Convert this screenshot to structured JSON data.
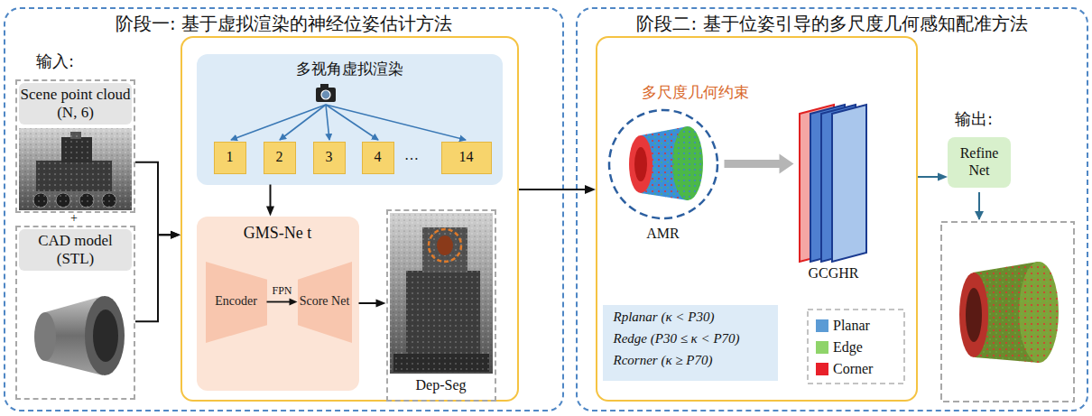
{
  "diagram": {
    "nodes": [
      {
        "text": [
          "阶段一: 基于虚拟渲染的神经位姿估计方法"
        ]
      },
      {
        "text": [
          "Scene point cloud (N, 6)"
        ],
        "in": 0
      },
      {
        "text": [
          "CAD model (STL)"
        ],
        "in": 0
      },
      {
        "text": [],
        "in": 0
      },
      {
        "text": [
          "多视角虚拟渲染"
        ],
        "in": 3
      },
      {
        "text": [
          "1"
        ],
        "in": 4
      },
      {
        "text": [
          "2"
        ],
        "in": 4
      },
      {
        "text": [
          "3"
        ],
        "in": 4
      },
      {
        "text": [
          "4"
        ],
        "in": 4
      },
      {
        "text": [
          "14"
        ],
        "in": 4
      },
      {
        "text": [
          "GMS-Ne t"
        ],
        "in": 3
      },
      {
        "text": [
          "Encoder"
        ],
        "in": 10
      },
      {
        "text": [
          "Score Net"
        ],
        "in": 10
      },
      {
        "text": [
          "Dep-Seg"
        ],
        "in": 3
      },
      {
        "text": [
          "阶段二: 基于位姿引导的多尺度几何感知配准方法"
        ]
      },
      {
        "text": [
          "多尺度几何约束"
        ],
        "in": 14
      },
      {
        "text": [
          "AMR"
        ],
        "in": 15
      },
      {
        "text": [
          "GCGHR"
        ],
        "in": 15
      },
      {
        "text": [
          "Rplanar (κ < P30)",
          "Redge (P30 ≤ κ < P70)",
          "Rcorner (κ ≥ P70)"
        ],
        "in": 15
      },
      {
        "text": [
          "Refine Net"
        ],
        "in": 14
      }
    ],
    "edges": [
      {
        "from": 1,
        "to": 3,
        "arrow": "to"
      },
      {
        "from": 2,
        "to": 3,
        "arrow": "to"
      },
      {
        "from": 4,
        "to": 10,
        "arrow": "to"
      },
      {
        "from": 11,
        "to": 12,
        "label": "FPN",
        "arrow": "to"
      },
      {
        "from": 10,
        "to": 13,
        "arrow": "to"
      },
      {
        "from": 3,
        "to": 15,
        "arrow": "to"
      },
      {
        "from": 16,
        "to": 17,
        "arrow": "to"
      },
      {
        "from": 15,
        "to": 19,
        "arrow": "to"
      }
    ],
    "labels": [
      "输入:",
      "+",
      "…",
      "输出:"
    ],
    "legend": [
      {
        "text": "Planar",
        "color": "#5b9bd5"
      },
      {
        "text": "Edge",
        "color": "#8fd46a"
      },
      {
        "text": "Corner",
        "color": "#e8202a"
      }
    ]
  }
}
